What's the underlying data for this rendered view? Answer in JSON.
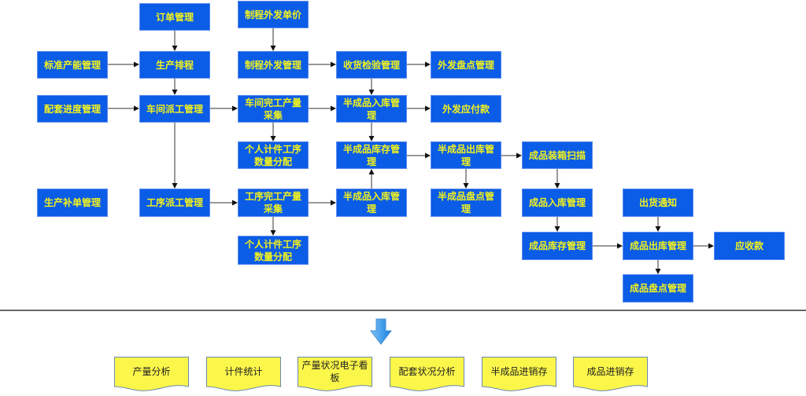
{
  "flow": {
    "order_mgmt": "订单管理",
    "outsource_price": "制程外发单价",
    "std_capacity": "标准产能管理",
    "production_schedule": "生产排程",
    "outsource_mgmt": "制程外发管理",
    "receiving_inspection": "收货检验管理",
    "outsource_inventory_check": "外发盘点管理",
    "kitting_progress": "配套进度管理",
    "workshop_dispatch": "车间派工管理",
    "workshop_output_collect": "车间完工产量采集",
    "semi_inbound_1": "半成品入库管理",
    "outsource_payable": "外发应付款",
    "piecework_alloc_1": "个人计件工序数量分配",
    "semi_stock": "半成品库存管理",
    "semi_outbound": "半成品出库管理",
    "finished_packing_scan": "成品装箱扫描",
    "supplementary_order": "生产补单管理",
    "process_dispatch": "工序派工管理",
    "process_output_collect": "工序完工产量采集",
    "semi_inbound_2": "半成品入库管理",
    "semi_inventory_check": "半成品盘点管理",
    "finished_inbound": "成品入库管理",
    "shipping_notice": "出货通知",
    "piecework_alloc_2": "个人计件工序数量分配",
    "finished_stock": "成品库存管理",
    "finished_outbound": "成品出库管理",
    "receivable": "应收款",
    "finished_inventory_check": "成品盘点管理"
  },
  "reports": [
    "产量分析",
    "计件统计",
    "产量状况电子看板",
    "配套状况分析",
    "半成品进销存",
    "成品进销存"
  ],
  "colors": {
    "box": "#0b5ce6",
    "box_text": "#f2f21e",
    "report": "#fbf64a"
  }
}
